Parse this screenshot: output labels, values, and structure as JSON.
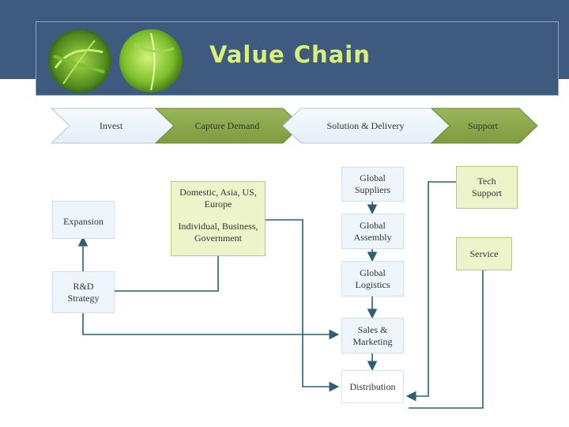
{
  "title": "Value Chain",
  "chevrons": {
    "invest": "Invest",
    "capture_demand": "Capture Demand",
    "solution_delivery": "Solution & Delivery",
    "support": "Support"
  },
  "boxes": {
    "regions": "Domestic, Asia, US, Europe",
    "segments": "Individual, Business, Government",
    "expansion": "Expansion",
    "rnd": "R&D Strategy",
    "global_suppliers": "Global Suppliers",
    "global_assembly": "Global Assembly",
    "global_logistics": "Global Logistics",
    "sales_marketing": "Sales & Marketing",
    "distribution": "Distribution",
    "tech_support": "Tech Support",
    "service": "Service"
  },
  "colors": {
    "header": "#3e5b7f",
    "title": "#d9f07a",
    "blue_fill": "#eef6fb",
    "green_fill": "#eef4c9",
    "chevron_green": "#8aa34a",
    "line": "#2f5f73"
  },
  "icons": [
    "leaf-photo",
    "leaf-photo"
  ]
}
